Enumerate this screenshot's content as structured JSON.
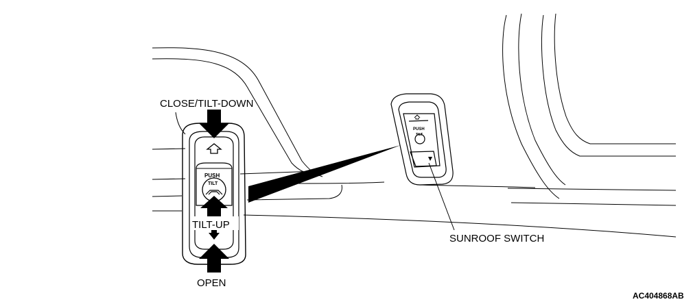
{
  "labels": {
    "close_tilt_down": "CLOSE/TILT-DOWN",
    "tilt_up": "TILT-UP",
    "open": "OPEN",
    "sunroof_switch": "SUNROOF SWITCH",
    "figure_code": "AC404868AB"
  },
  "switch_face": {
    "push": "PUSH",
    "tilt": "TILT"
  }
}
